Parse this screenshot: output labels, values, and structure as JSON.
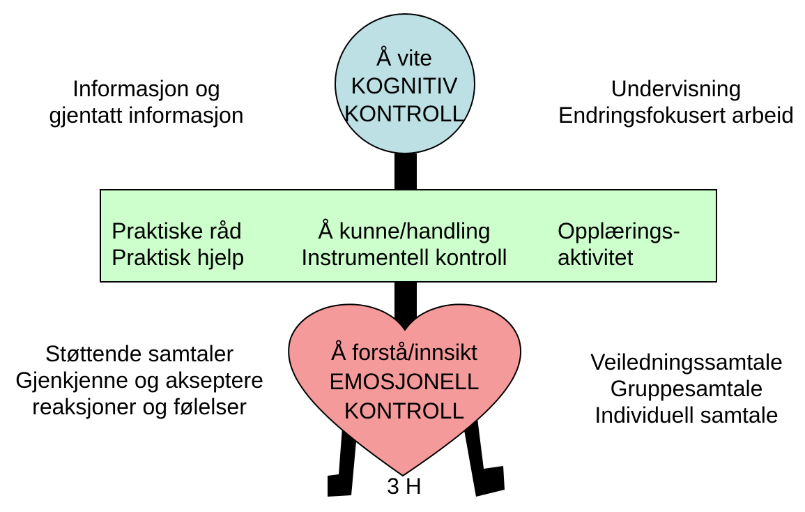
{
  "colors": {
    "circle_fill": "#bde0e4",
    "box_fill": "#ccffcc",
    "heart_fill": "#f59a9a",
    "stem": "#000000"
  },
  "cognitive": {
    "line1": "Å vite",
    "line2": "KOGNITIV",
    "line3": "KONTROLL"
  },
  "top_left": {
    "line1": "Informasjon og",
    "line2": "gjentatt informasjon"
  },
  "top_right": {
    "line1": "Undervisning",
    "line2": "Endringsfokusert arbeid"
  },
  "instrumental": {
    "left_line1": "Praktiske råd",
    "left_line2": "Praktisk hjelp",
    "center_line1": "Å kunne/handling",
    "center_line2": "Instrumentell kontroll",
    "right_line1": "Opplærings-",
    "right_line2": "aktivitet"
  },
  "emotional": {
    "line1": "Å forstå/innsikt",
    "line2": "EMOSJONELL",
    "line3": "KONTROLL"
  },
  "bottom_left": {
    "line1": "Støttende samtaler",
    "line2": "Gjenkjenne og akseptere",
    "line3": "reaksjoner og følelser"
  },
  "bottom_right": {
    "line1": "Veiledningssamtale",
    "line2": "Gruppesamtale",
    "line3": "Individuell samtale"
  },
  "caption": "3 H"
}
